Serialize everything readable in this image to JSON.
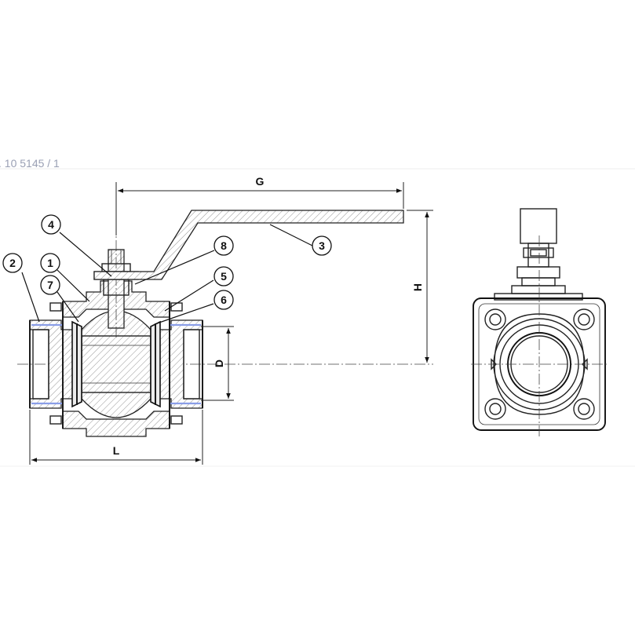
{
  "header_fragment": ". 10 5145 / 1",
  "dimensions": {
    "G": "G",
    "H": "H",
    "D": "D",
    "L": "L"
  },
  "part_numbers": [
    "1",
    "2",
    "3",
    "4",
    "5",
    "6",
    "7",
    "8"
  ]
}
